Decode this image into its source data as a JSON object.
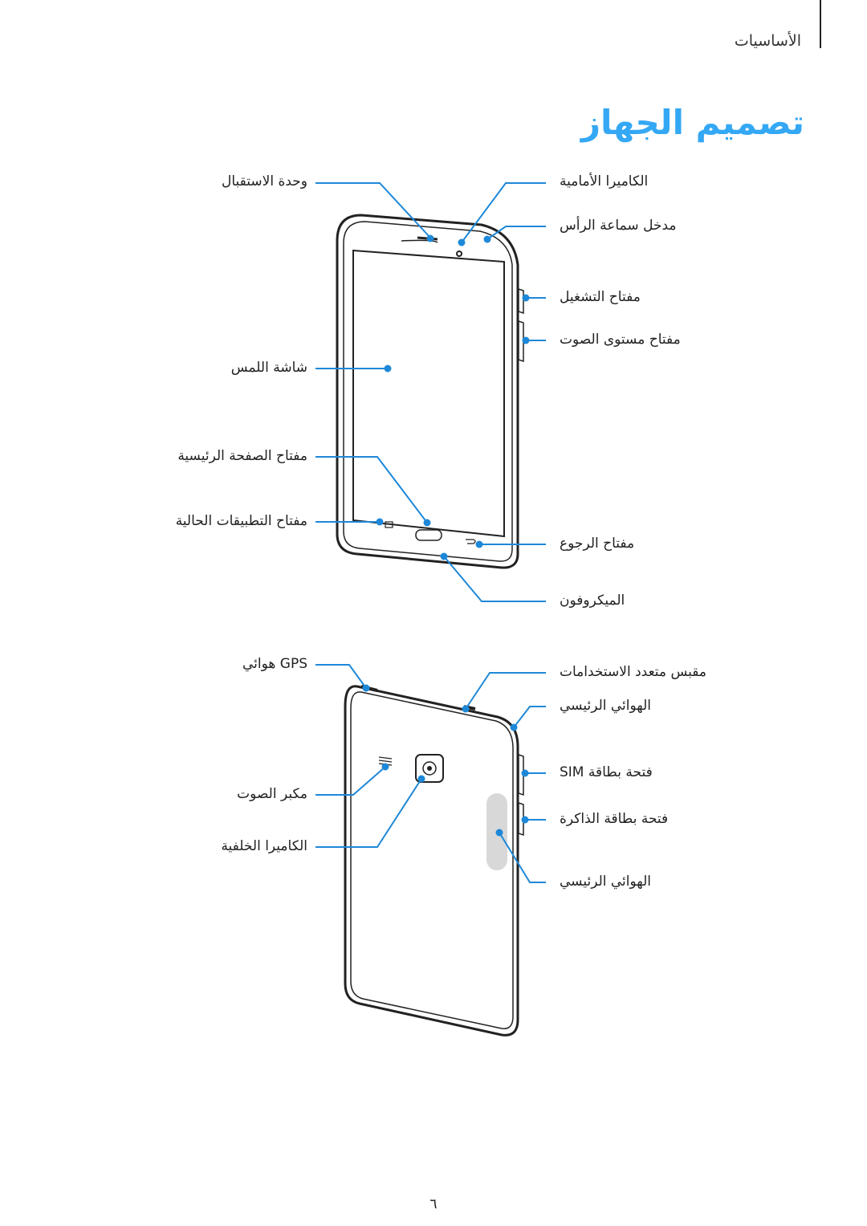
{
  "header": {
    "section": "الأساسيات",
    "title": "تصميم الجهاز"
  },
  "front_labels": {
    "proximity_sensor": "وحدة الاستقبال",
    "front_camera": "الكاميرا الأمامية",
    "headset_jack": "مدخل سماعة الرأس",
    "power_key": "مفتاح التشغيل",
    "volume_key": "مفتاح مستوى الصوت",
    "touchscreen": "شاشة اللمس",
    "home_key": "مفتاح الصفحة الرئيسية",
    "recent_apps_key": "مفتاح التطبيقات الحالية",
    "back_key": "مفتاح الرجوع",
    "microphone": "الميكروفون"
  },
  "back_labels": {
    "gps_antenna": "GPS هوائي",
    "multipurpose_jack": "مقبس متعدد الاستخدامات",
    "main_antenna_top": "الهوائي الرئيسي",
    "sim_tray": "فتحة بطاقة SIM",
    "memory_card_tray": "فتحة بطاقة الذاكرة",
    "speaker": "مكبر الصوت",
    "rear_camera": "الكاميرا الخلفية",
    "main_antenna_bottom": "الهوائي الرئيسي"
  },
  "page_number": "٦",
  "colors": {
    "accent": "#34a8f4",
    "callout": "#1e88d8",
    "device": "#222222"
  }
}
